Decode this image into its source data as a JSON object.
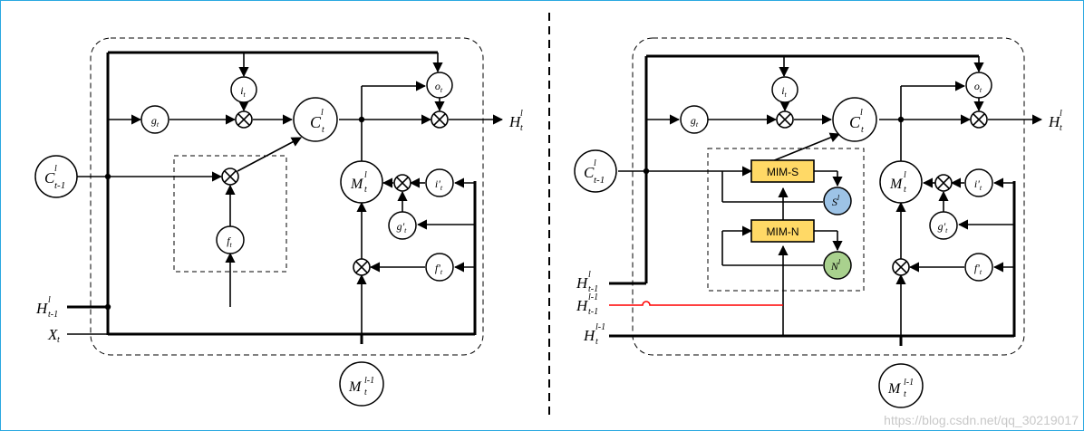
{
  "diagram": {
    "left": {
      "inputs": {
        "cell_prev": {
          "main": "C",
          "sup": "l",
          "sub": "t-1"
        },
        "hidden_prev": {
          "main": "H",
          "sup": "l",
          "sub": "t-1"
        },
        "x": {
          "main": "X",
          "sub": "t"
        }
      },
      "gates": {
        "g": {
          "main": "g",
          "sub": "t"
        },
        "i": {
          "main": "i",
          "sub": "t"
        },
        "f": {
          "main": "f",
          "sub": "t"
        },
        "o": {
          "main": "o",
          "sub": "t"
        },
        "i2": {
          "main": "i'",
          "sub": "t"
        },
        "g2": {
          "main": "g'",
          "sub": "t"
        },
        "f2": {
          "main": "f'",
          "sub": "t"
        }
      },
      "cell": {
        "main": "C",
        "sup": "l",
        "sub": "t"
      },
      "memory": {
        "main": "M",
        "sup": "l",
        "sub": "t"
      },
      "memory_prev": {
        "main": "M",
        "sup": "l-1",
        "sub": "t"
      },
      "output": {
        "main": "H",
        "sup": "l",
        "sub": "t"
      }
    },
    "right": {
      "inputs": {
        "cell_prev": {
          "main": "C",
          "sup": "l",
          "sub": "t-1"
        },
        "hidden_prev": {
          "main": "H",
          "sup": "l",
          "sub": "t-1"
        },
        "hidden_prev_lower": {
          "main": "H",
          "sup": "l-1",
          "sub": "t-1"
        },
        "hidden_lower": {
          "main": "H",
          "sup": "l-1",
          "sub": "t"
        }
      },
      "gates": {
        "g": {
          "main": "g",
          "sub": "t"
        },
        "i": {
          "main": "i",
          "sub": "t"
        },
        "o": {
          "main": "o",
          "sub": "t"
        },
        "i2": {
          "main": "i'",
          "sub": "t"
        },
        "g2": {
          "main": "g'",
          "sub": "t"
        },
        "f2": {
          "main": "f'",
          "sub": "t"
        }
      },
      "cell": {
        "main": "C",
        "sup": "l",
        "sub": "t"
      },
      "memory": {
        "main": "M",
        "sup": "l",
        "sub": "t"
      },
      "memory_prev": {
        "main": "M",
        "sup": "l-1",
        "sub": "t"
      },
      "output": {
        "main": "H",
        "sup": "l",
        "sub": "t"
      },
      "blocks": {
        "mim_s": "MIM-S",
        "mim_n": "MIM-N"
      },
      "states": {
        "s": {
          "main": "S",
          "sup": "l"
        },
        "n": {
          "main": "N",
          "sup": "l"
        }
      }
    }
  },
  "watermark": "https://blog.csdn.net/qq_30219017",
  "colors": {
    "frame": "#2aa8e0",
    "mim_block": "#ffd966",
    "state_s": "#9dc3e6",
    "state_n": "#a9d18e",
    "highlight_line": "#ff0000"
  }
}
